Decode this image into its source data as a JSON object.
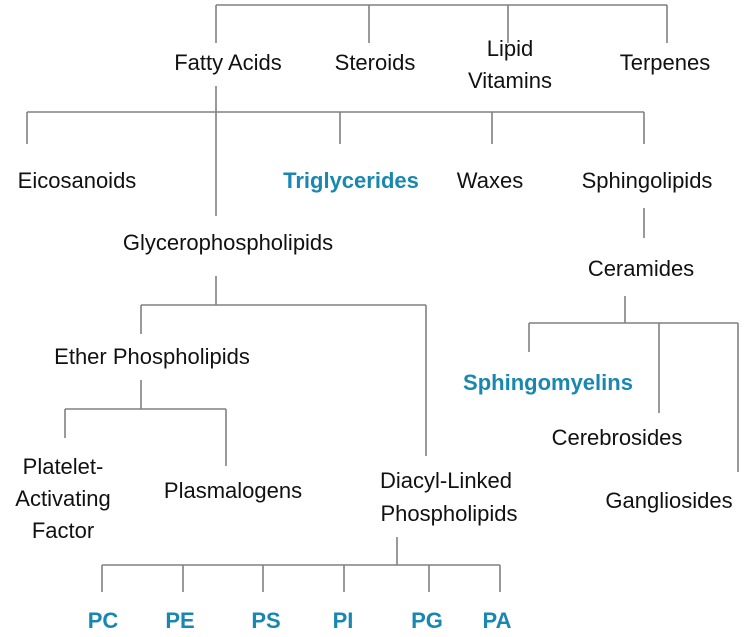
{
  "level1": {
    "fatty_acids": "Fatty Acids",
    "steroids": "Steroids",
    "lipid_vitamins_1": "Lipid",
    "lipid_vitamins_2": "Vitamins",
    "terpenes": "Terpenes"
  },
  "level2": {
    "eicosanoids": "Eicosanoids",
    "triglycerides": "Triglycerides",
    "waxes": "Waxes",
    "sphingolipids": "Sphingolipids",
    "glycerophospholipids": "Glycerophospholipids",
    "ceramides": "Ceramides"
  },
  "level3": {
    "ether_phospholipids": "Ether Phospholipids",
    "paf_1": "Platelet-",
    "paf_2": "Activating",
    "paf_3": "Factor",
    "plasmalogens": "Plasmalogens",
    "diacyl_1": "Diacyl-Linked",
    "diacyl_2": "Phospholipids",
    "sphingomyelins": "Sphingomyelins",
    "cerebrosides": "Cerebrosides",
    "gangliosides": "Gangliosides"
  },
  "classes": [
    "PC",
    "PE",
    "PS",
    "PI",
    "PG",
    "PA"
  ],
  "colors": {
    "highlight": "#1a87b0",
    "line": "#808080"
  }
}
